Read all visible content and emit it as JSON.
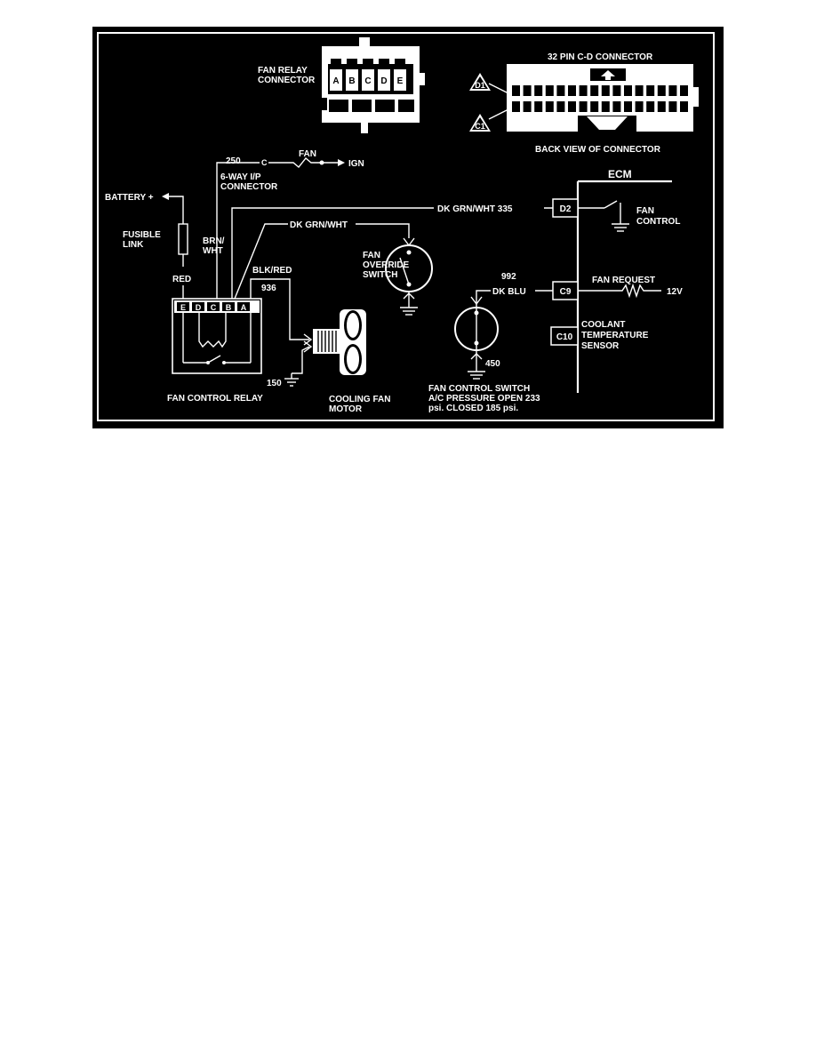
{
  "diagram": {
    "fan_relay_connector": {
      "title_line1": "FAN RELAY",
      "title_line2": "CONNECTOR",
      "pins": [
        "A",
        "B",
        "C",
        "D",
        "E"
      ]
    },
    "c_d_connector": {
      "title": "32 PIN C-D CONNECTOR",
      "caption": "BACK VIEW OF CONNECTOR",
      "callout_top": "D1",
      "callout_bottom": "C1"
    },
    "ecm": {
      "title": "ECM"
    },
    "wires": {
      "w250": "250",
      "w250_conn": "C",
      "fan_fuse": "FAN",
      "ign": "IGN",
      "ip_connector_line1": "6-WAY I/P",
      "ip_connector_line2": "CONNECTOR",
      "battery": "BATTERY +",
      "fusible_line1": "FUSIBLE",
      "fusible_line2": "LINK",
      "red": "RED",
      "brn_wht_line1": "BRN/",
      "brn_wht_line2": "WHT",
      "dk_grn_wht_335": "DK GRN/WHT 335",
      "dk_grn_wht": "DK GRN/WHT",
      "blk_red": "BLK/RED",
      "w936": "936",
      "w992": "992",
      "dk_blu": "DK BLU",
      "w450": "450",
      "w150": "150"
    },
    "terminals": {
      "d2": "D2",
      "c9": "C9",
      "c10": "C10"
    },
    "ecm_items": {
      "fan_control_line1": "FAN",
      "fan_control_line2": "CONTROL",
      "fan_request": "FAN REQUEST",
      "v12": "12V",
      "coolant_line1": "COOLANT",
      "coolant_line2": "TEMPERATURE",
      "coolant_line3": "SENSOR"
    },
    "fan_override_switch": {
      "line1": "FAN",
      "line2": "OVERRIDE",
      "line3": "SWITCH"
    },
    "fan_control_relay": {
      "title": "FAN CONTROL RELAY",
      "pins": [
        "E",
        "D",
        "C",
        "B",
        "A"
      ]
    },
    "cooling_fan_motor": {
      "line1": "COOLING FAN",
      "line2": "MOTOR"
    },
    "fan_control_switch": {
      "line1": "FAN CONTROL SWITCH",
      "line2": "A/C PRESSURE OPEN 233",
      "line3": "psi.  CLOSED 185 psi."
    }
  }
}
